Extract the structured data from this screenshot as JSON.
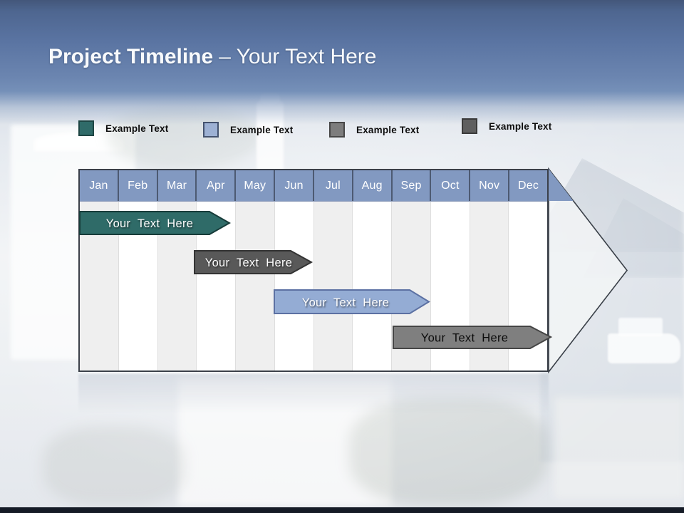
{
  "slide": {
    "title": {
      "bold": "Project Timeline",
      "light": "– Your Text Here"
    }
  },
  "legend": {
    "items": [
      {
        "label": "Example Text",
        "fill": "#2F6B69",
        "border": "#1E4644"
      },
      {
        "label": "Example Text",
        "fill": "#9DB1D4",
        "border": "#44536F"
      },
      {
        "label": "Example Text",
        "fill": "#7D7D7D",
        "border": "#474747"
      },
      {
        "label": "Example Text",
        "fill": "#5F5F5F",
        "border": "#3A3A3A"
      }
    ]
  },
  "timeline": {
    "months": [
      "Jan",
      "Feb",
      "Mar",
      "Apr",
      "May",
      "Jun",
      "Jul",
      "Aug",
      "Sep",
      "Oct",
      "Nov",
      "Dec"
    ],
    "header_fill": "#8299C1",
    "header_text_color": "#FFFFFF",
    "arrow_fill": "#F2F4F6",
    "arrow_border": "#3A4048",
    "bars": [
      {
        "label": "Your Text Here",
        "fill": "#2F6B68",
        "border": "#173B39",
        "label_color": "#FFFFFF",
        "start_month": "Jan",
        "end_month": "Apr"
      },
      {
        "label": "Your Text Here",
        "fill": "#595959",
        "border": "#333333",
        "label_color": "#FFFFFF",
        "start_month": "Apr",
        "end_month": "Jul"
      },
      {
        "label": "Your Text Here",
        "fill": "#94ACD4",
        "border": "#5C71A3",
        "label_color": "#FFFFFF",
        "start_month": "Jun",
        "end_month": "Sep"
      },
      {
        "label": "Your Text Here",
        "fill": "#7F7F7F",
        "border": "#454545",
        "label_color": "#0B0B0B",
        "start_month": "Sep",
        "end_month": "Dec"
      }
    ]
  },
  "colors": {
    "bottom_bar": "#151B26"
  }
}
